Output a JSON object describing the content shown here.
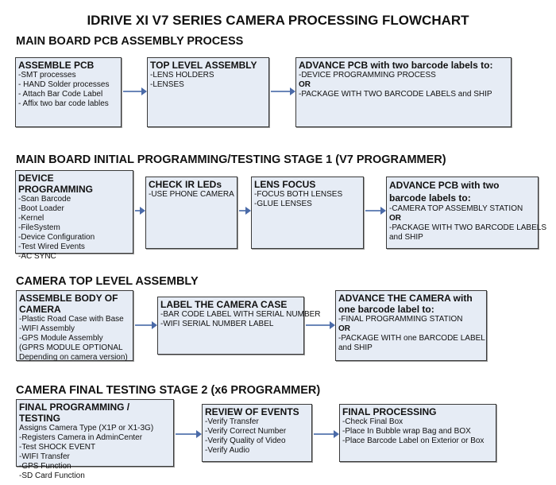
{
  "title": "IDRIVE XI V7 SERIES CAMERA PROCESSING FLOWCHART",
  "colors": {
    "box_fill": "#e6ecf5",
    "arrow": "#4a6aa8",
    "border": "#3a3a3a"
  },
  "sections": [
    {
      "heading": "MAIN BOARD PCB ASSEMBLY PROCESS",
      "boxes": [
        {
          "title": "ASSEMBLE PCB",
          "lines": [
            " -SMT processes",
            " - HAND Solder processes",
            " - Attach Bar Code Label",
            " - Affix two bar code lables"
          ]
        },
        {
          "title": "TOP LEVEL ASSEMBLY",
          "lines": [
            "-LENS HOLDERS",
            "-LENSES"
          ]
        },
        {
          "title": "ADVANCE PCB with two barcode labels to:",
          "lines": [
            "-DEVICE PROGRAMMING PROCESS",
            "OR",
            "-PACKAGE WITH TWO BARCODE LABELS and SHIP"
          ]
        }
      ]
    },
    {
      "heading": "MAIN BOARD INITIAL PROGRAMMING/TESTING STAGE 1 (V7 PROGRAMMER)",
      "boxes": [
        {
          "title": "DEVICE PROGRAMMING",
          "lines": [
            "-Scan Barcode",
            "-Boot Loader",
            "-Kernel",
            "-FileSystem",
            "-Device Configuration",
            "-Test Wired Events",
            "-AC SYNC"
          ]
        },
        {
          "title": "CHECK IR LEDs",
          "lines": [
            "-USE PHONE CAMERA"
          ]
        },
        {
          "title": "LENS FOCUS",
          "lines": [
            "-FOCUS BOTH LENSES",
            "-GLUE LENSES"
          ]
        },
        {
          "title": "ADVANCE PCB with two barcode labels to:",
          "lines": [
            "-CAMERA TOP ASSEMBLY STATION",
            "OR",
            "-PACKAGE WITH TWO BARCODE LABELS",
            "and SHIP"
          ]
        }
      ]
    },
    {
      "heading": "CAMERA TOP LEVEL ASSEMBLY",
      "boxes": [
        {
          "title": "ASSEMBLE BODY OF CAMERA",
          "lines": [
            "-Plastic Road Case with Base",
            "-WIFI Assembly",
            "-GPS Module Assembly",
            "(GPRS MODULE OPTIONAL",
            "Depending on camera version)"
          ]
        },
        {
          "title": "LABEL THE CAMERA CASE",
          "lines": [
            "-BAR CODE LABEL WITH SERIAL NUMBER",
            "-WIFI SERIAL NUMBER LABEL"
          ]
        },
        {
          "title": "ADVANCE THE CAMERA with one barcode label to:",
          "lines": [
            "-FINAL PROGRAMMING STATION",
            " OR",
            "-PACKAGE WITH one BARCODE LABEL",
            "and SHIP"
          ]
        }
      ]
    },
    {
      "heading": "CAMERA FINAL TESTING STAGE 2 (x6 PROGRAMMER)",
      "boxes": [
        {
          "title": "FINAL PROGRAMMING / TESTING",
          "lines": [
            "Assigns Camera Type (X1P or X1-3G)",
            "-Registers Camera in AdminCenter",
            "-Test SHOCK EVENT",
            "-WIFI Transfer",
            "-GPS Function",
            "-SD Card Function"
          ]
        },
        {
          "title": "REVIEW OF EVENTS",
          "lines": [
            "-Verify Transfer",
            "-Verify Correct Number",
            "-Verify Quality of Video",
            "-Verify Audio"
          ]
        },
        {
          "title": "FINAL PROCESSING",
          "lines": [
            " -Check Final Box",
            "-Place In Bubble wrap Bag and BOX",
            "-Place Barcode Label on Exterior or Box"
          ]
        }
      ]
    }
  ]
}
